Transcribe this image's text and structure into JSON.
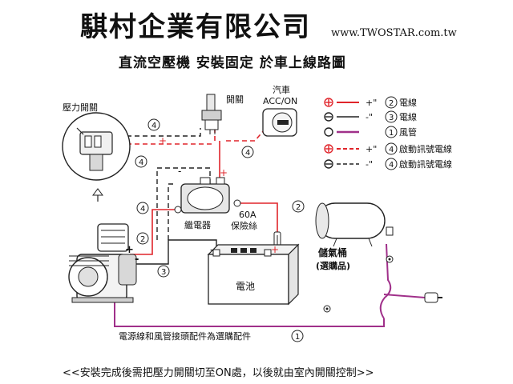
{
  "header": {
    "company_name": "騏村企業有限公司",
    "website": "www.TWOSTAR.com.tw",
    "subtitle": "直流空壓機  安裝固定  於車上線路圖"
  },
  "labels": {
    "pressure_switch": "壓力開關",
    "switch": "開關",
    "car_acc_line1": "汽車",
    "car_acc_line2": "ACC/ON",
    "relay": "繼電器",
    "fuse_line1": "60A",
    "fuse_line2": "保險絲",
    "tank_line1": "儲氣桶",
    "tank_line2": "(選購品)",
    "battery": "電池",
    "optional_note": "電源線和風管接頭配件為選購配件"
  },
  "legend": [
    {
      "symbol": "plus-red",
      "sign": "+\"",
      "number": "2",
      "text": "電線"
    },
    {
      "symbol": "minus-black",
      "sign": "-\"",
      "number": "3",
      "text": "電線"
    },
    {
      "symbol": "hose-purple",
      "sign": "",
      "number": "1",
      "text": "風管"
    },
    {
      "symbol": "plus-red",
      "sign": "+\"",
      "number": "4",
      "text": "啟動訊號電線"
    },
    {
      "symbol": "minus-black-dashed",
      "sign": "-\"",
      "number": "4",
      "text": "啟動訊號電線"
    }
  ],
  "diagram_numbers": {
    "n1_bottom": "1",
    "n2_fuse": "2",
    "n2_compressor": "2",
    "n3_compressor": "3",
    "n4_pressure_top": "4",
    "n4_pressure_left": "4",
    "n4_acc": "4",
    "n4_relay_left": "4"
  },
  "signs": {
    "plus": "+",
    "minus": "-"
  },
  "footer": {
    "note": "<<安裝完成後需把壓力開關切至ON處，以後就由室內開關控制>>"
  },
  "colors": {
    "positive_wire": "#e0252b",
    "negative_wire": "#222222",
    "air_hose": "#a0308a",
    "outline": "#222222"
  }
}
